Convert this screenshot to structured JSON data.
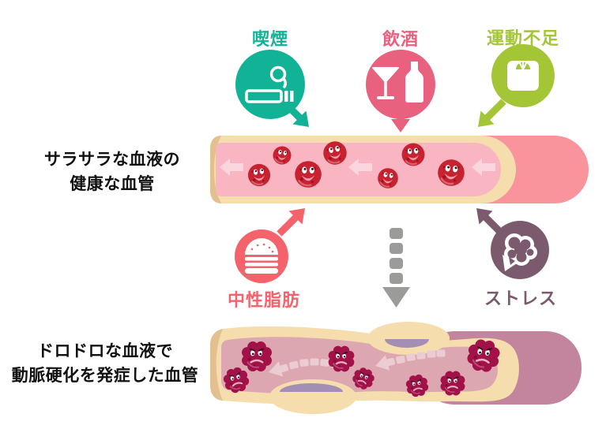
{
  "colors": {
    "bg": "#ffffff",
    "teal": "#12b296",
    "pink": "#e8617f",
    "green": "#a4c636",
    "coral": "#f4636c",
    "purple": "#7b5a6e",
    "gray": "#9b9b99",
    "text": "#111111",
    "vessel_wall": "#f5ddae",
    "vessel_wall_edge": "#e3c08f",
    "healthy_outside": "#f9949c",
    "healthy_inside": "#f9b5c2",
    "healthy_flow": "#fcd6de",
    "rbc": "#c72230",
    "rbc_dark": "#a5101f",
    "rbc_mouth": "#f59cab",
    "sick_outside": "#c2859d",
    "sick_inside": "#dda7b2",
    "sick_cell": "#a21148",
    "sick_cell_dark": "#800d37",
    "sick_mouth": "#eab0c0",
    "plaque": "#a48fb4",
    "sick_flow": "#ecccd3"
  },
  "risk_factors_top": [
    {
      "label": "喫煙",
      "icon": "cigarette-icon"
    },
    {
      "label": "飲酒",
      "icon": "drink-icon"
    },
    {
      "label": "運動不足",
      "icon": "weight-scale-icon"
    }
  ],
  "risk_factors_bottom": [
    {
      "label": "中性脂肪",
      "icon": "hamburger-icon"
    },
    {
      "label": "ストレス",
      "icon": "stress-bubble-icon"
    }
  ],
  "captions": {
    "healthy_line1": "サラサラな血液の",
    "healthy_line2": "健康な血管",
    "diseased_line1": "ドロドロな血液で",
    "diseased_line2": "動脈硬化を発症した血管"
  }
}
